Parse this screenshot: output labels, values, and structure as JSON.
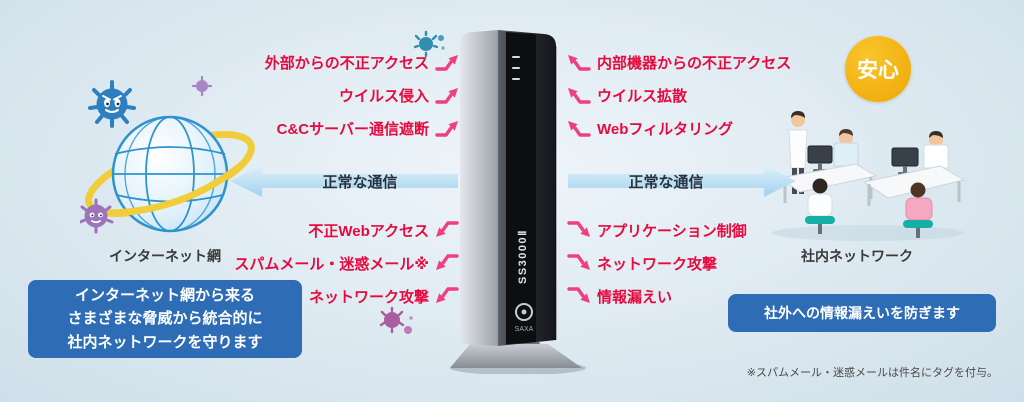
{
  "diagram": {
    "left": {
      "threats_top": [
        "外部からの不正アクセス",
        "ウイルス侵入",
        "C&Cサーバー通信遮断"
      ],
      "threats_bottom": [
        "不正Webアクセス",
        "スパムメール・迷惑メール※",
        "ネットワーク攻撃"
      ],
      "flow_label": "正常な通信",
      "network_label": "インターネット網",
      "info_lines": [
        "インターネット網から来る",
        "さまざまな脅威から統合的に",
        "社内ネットワークを守ります"
      ]
    },
    "right": {
      "threats_top": [
        "内部機器からの不正アクセス",
        "ウイルス拡散",
        "Webフィルタリング"
      ],
      "threats_bottom": [
        "アプリケーション制御",
        "ネットワーク攻撃",
        "情報漏えい"
      ],
      "flow_label": "正常な通信",
      "network_label": "社内ネットワーク",
      "badge_label": "安心",
      "info_text": "社外への情報漏えいを防ぎます",
      "footnote": "※スパムメール・迷惑メールは件名にタグを付与。"
    },
    "device": {
      "model": "SS3000Ⅱ",
      "brand": "SAXA"
    }
  },
  "colors": {
    "threat_text": "#e60a3e",
    "threat_arrow": "#ef3f7f",
    "flow_arrow_fill": "#bfdff2",
    "info_box": "#2e6db6",
    "badge": "#f5ac0c",
    "background": "#dde9f1"
  }
}
